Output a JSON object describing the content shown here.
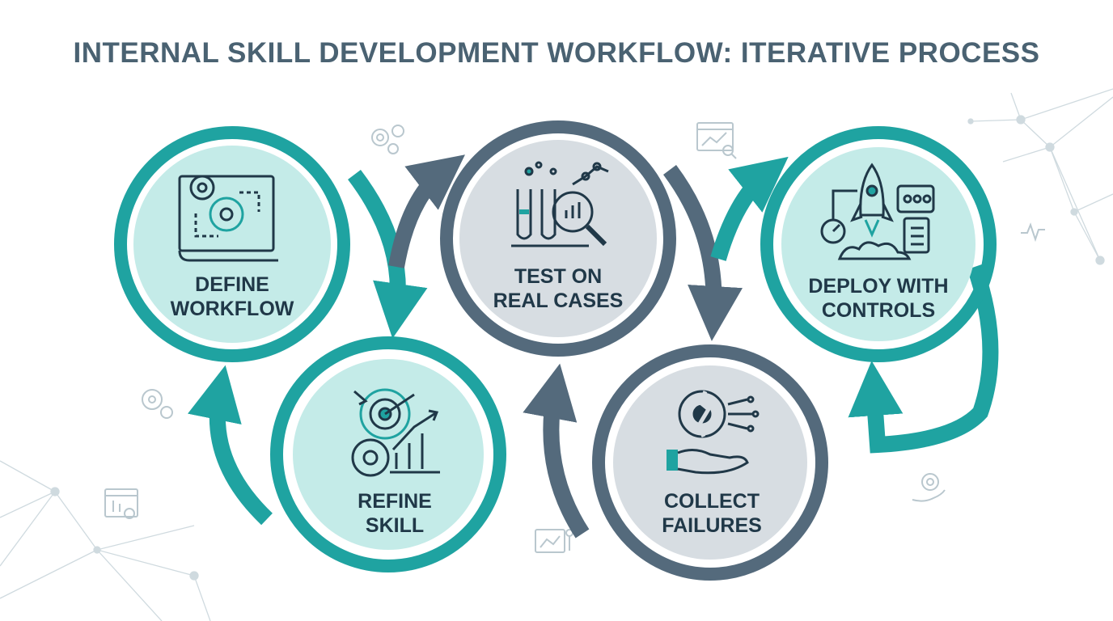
{
  "title": "INTERNAL SKILL DEVELOPMENT WORKFLOW: ITERATIVE PROCESS",
  "colors": {
    "teal": "#1fa3a1",
    "slate": "#546a7c",
    "teal_fill": "#c4ebe8",
    "slate_fill": "#d7dde2",
    "text_dark": "#203848",
    "decor": "#c8d4da"
  },
  "steps": [
    {
      "icon": "blueprint-gears-icon",
      "line1": "DEFINE",
      "line2": "WORKFLOW"
    },
    {
      "icon": "target-growth-chart-icon",
      "line1": "REFINE",
      "line2": "SKILL"
    },
    {
      "icon": "test-tubes-magnifier-icon",
      "line1": "TEST ON",
      "line2": "REAL CASES"
    },
    {
      "icon": "broken-gear-hand-icon",
      "line1": "COLLECT",
      "line2": "FAILURES"
    },
    {
      "icon": "rocket-dashboard-icon",
      "line1": "DEPLOY WITH",
      "line2": "CONTROLS"
    }
  ]
}
